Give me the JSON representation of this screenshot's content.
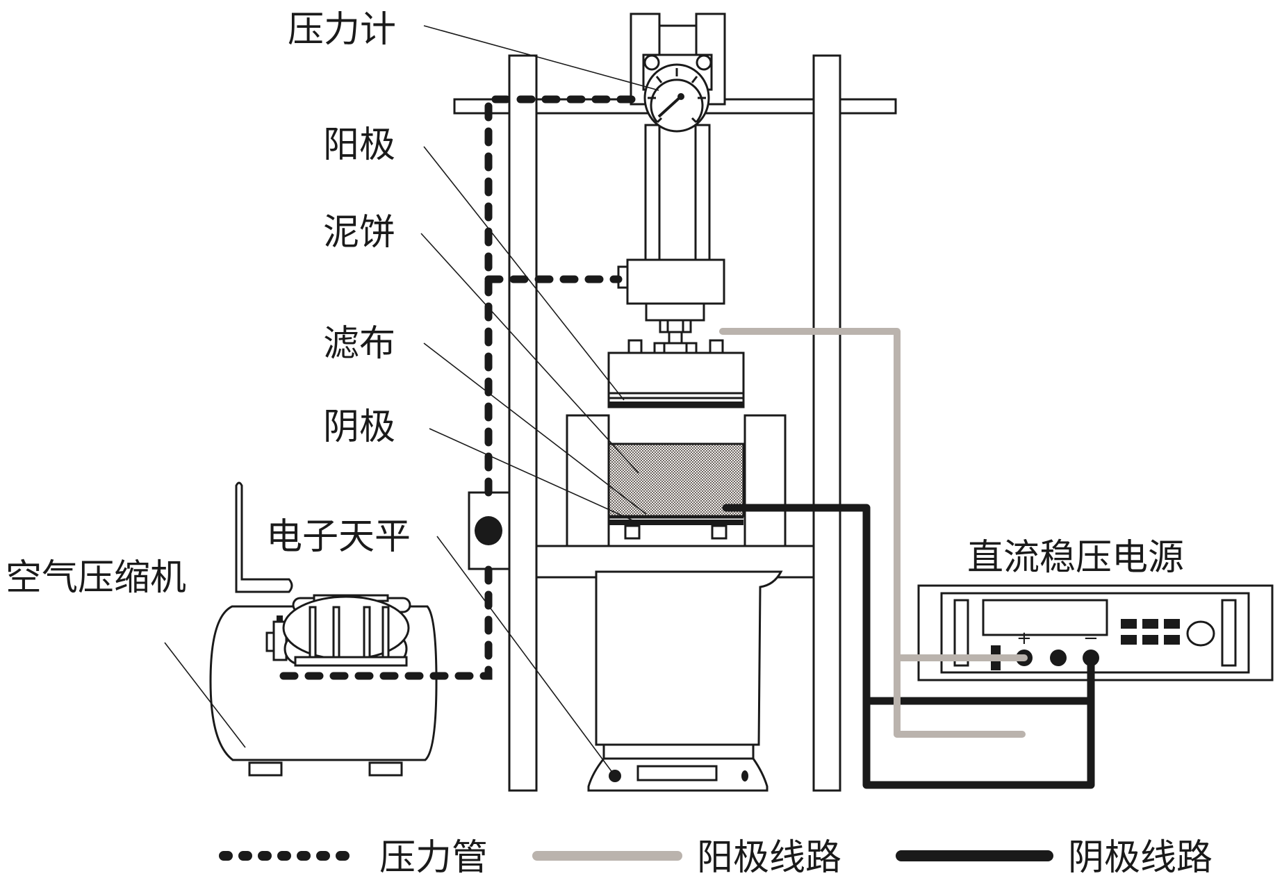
{
  "figure": {
    "type": "electro-dewatering experimental apparatus schematic",
    "colors": {
      "line": "#1a1a1a",
      "anode_wire": "#bab3ad",
      "cathode_wire": "#1a1a1a",
      "pressure_pipe": "#1a1a1a",
      "mud_cake_fill": "#8c8682",
      "background": "#ffffff"
    }
  },
  "labels": {
    "pressure_gauge": "压力计",
    "anode": "阳极",
    "mud_cake": "泥饼",
    "filter_cloth": "滤布",
    "cathode": "阴极",
    "electronic_balance": "电子天平",
    "air_compressor": "空气压缩机",
    "dc_power_supply": "直流稳压电源"
  },
  "power_supply": {
    "positive_sign": "+",
    "negative_sign": "−"
  },
  "legend": [
    {
      "style": "dotted-black",
      "label": "压力管"
    },
    {
      "style": "solid-gray",
      "label": "阳极线路"
    },
    {
      "style": "solid-black",
      "label": "阴极线路"
    }
  ]
}
